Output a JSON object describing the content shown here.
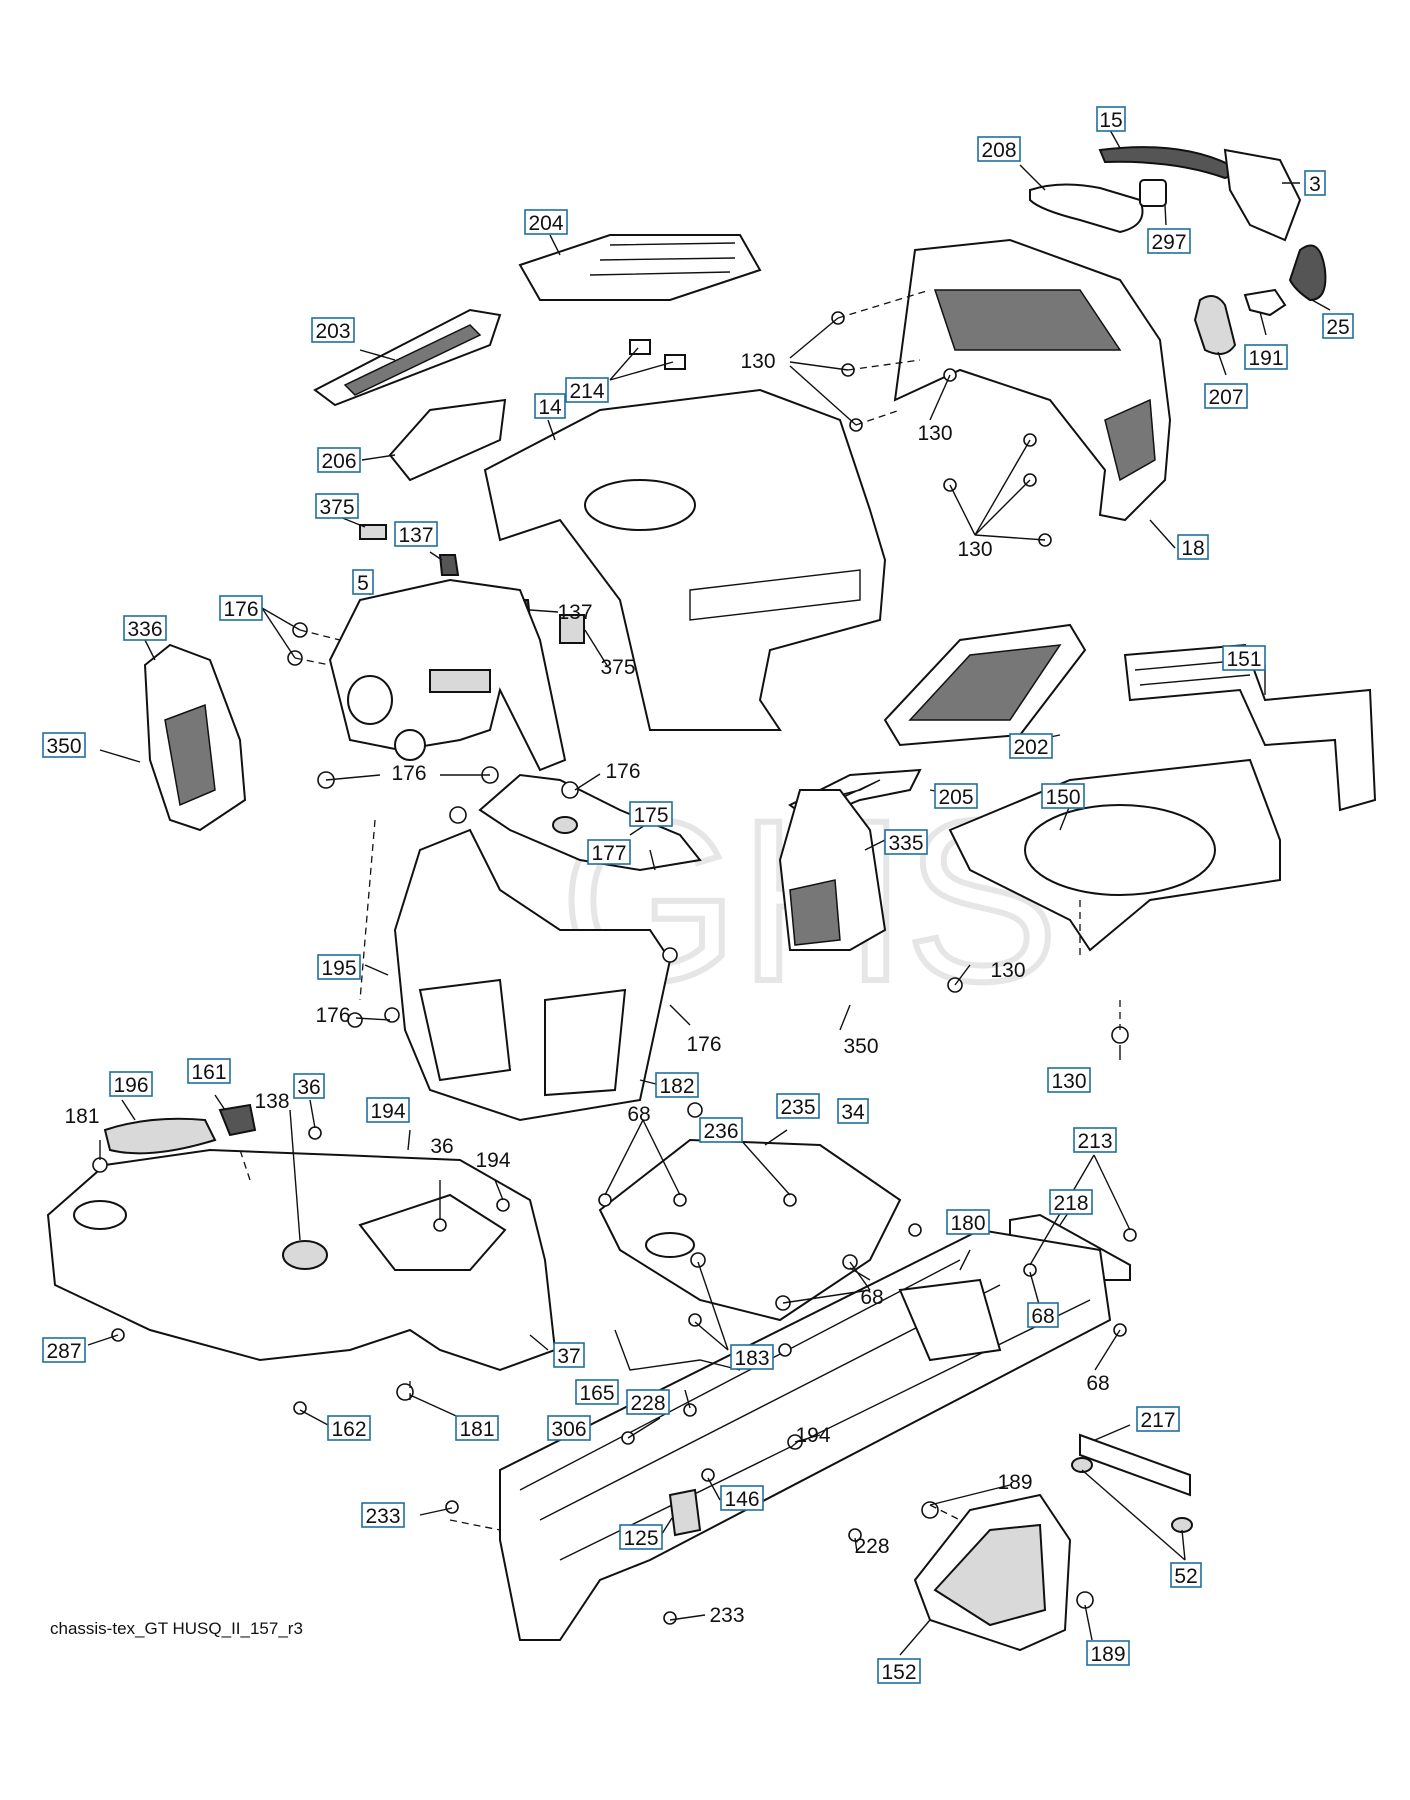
{
  "caption": "chassis-tex_GT HUSQ_II_157_r3",
  "watermark": "GHS",
  "labels": [
    {
      "id": "15",
      "boxed": true
    },
    {
      "id": "208",
      "boxed": true
    },
    {
      "id": "3",
      "boxed": true
    },
    {
      "id": "297",
      "boxed": true
    },
    {
      "id": "25",
      "boxed": true
    },
    {
      "id": "191",
      "boxed": true
    },
    {
      "id": "207",
      "boxed": true
    },
    {
      "id": "204",
      "boxed": true
    },
    {
      "id": "130a",
      "text": "130",
      "boxed": false
    },
    {
      "id": "130b",
      "text": "130",
      "boxed": false
    },
    {
      "id": "130c",
      "text": "130",
      "boxed": false
    },
    {
      "id": "18",
      "boxed": true
    },
    {
      "id": "203",
      "boxed": true
    },
    {
      "id": "214",
      "boxed": true
    },
    {
      "id": "14",
      "boxed": true
    },
    {
      "id": "206",
      "boxed": true
    },
    {
      "id": "375a",
      "text": "375",
      "boxed": true
    },
    {
      "id": "137a",
      "text": "137",
      "boxed": true
    },
    {
      "id": "137b",
      "text": "137",
      "boxed": false
    },
    {
      "id": "5",
      "boxed": true
    },
    {
      "id": "375b",
      "text": "375",
      "boxed": false
    },
    {
      "id": "336",
      "boxed": true
    },
    {
      "id": "176a",
      "text": "176",
      "boxed": true
    },
    {
      "id": "350a",
      "text": "350",
      "boxed": true
    },
    {
      "id": "176b",
      "text": "176",
      "boxed": false
    },
    {
      "id": "176c",
      "text": "176",
      "boxed": false
    },
    {
      "id": "202",
      "boxed": true
    },
    {
      "id": "151",
      "boxed": true
    },
    {
      "id": "205",
      "boxed": true
    },
    {
      "id": "150",
      "boxed": true
    },
    {
      "id": "175",
      "boxed": true
    },
    {
      "id": "177",
      "boxed": true
    },
    {
      "id": "335",
      "boxed": true
    },
    {
      "id": "130d",
      "text": "130",
      "boxed": false
    },
    {
      "id": "195",
      "boxed": true
    },
    {
      "id": "176d",
      "text": "176",
      "boxed": false
    },
    {
      "id": "176e",
      "text": "176",
      "boxed": false
    },
    {
      "id": "350b",
      "text": "350",
      "boxed": false
    },
    {
      "id": "130e",
      "text": "130",
      "boxed": true
    },
    {
      "id": "182",
      "boxed": true
    },
    {
      "id": "196",
      "boxed": true
    },
    {
      "id": "161",
      "boxed": true
    },
    {
      "id": "36a",
      "text": "36",
      "boxed": true
    },
    {
      "id": "181a",
      "text": "181",
      "boxed": false
    },
    {
      "id": "138",
      "boxed": false
    },
    {
      "id": "194a",
      "text": "194",
      "boxed": true
    },
    {
      "id": "36b",
      "text": "36",
      "boxed": false
    },
    {
      "id": "194b",
      "text": "194",
      "boxed": false
    },
    {
      "id": "68a",
      "text": "68",
      "boxed": false
    },
    {
      "id": "235",
      "boxed": true
    },
    {
      "id": "34",
      "boxed": true
    },
    {
      "id": "236",
      "boxed": true
    },
    {
      "id": "213",
      "boxed": true
    },
    {
      "id": "218",
      "boxed": true
    },
    {
      "id": "180",
      "boxed": true
    },
    {
      "id": "68b",
      "text": "68",
      "boxed": false
    },
    {
      "id": "68c",
      "text": "68",
      "boxed": true
    },
    {
      "id": "183",
      "boxed": true
    },
    {
      "id": "287",
      "boxed": true
    },
    {
      "id": "37",
      "boxed": true
    },
    {
      "id": "68d",
      "text": "68",
      "boxed": false
    },
    {
      "id": "165",
      "boxed": true
    },
    {
      "id": "228a",
      "text": "228",
      "boxed": true
    },
    {
      "id": "162",
      "boxed": true
    },
    {
      "id": "181b",
      "text": "181",
      "boxed": true
    },
    {
      "id": "306",
      "boxed": true
    },
    {
      "id": "194c",
      "text": "194",
      "boxed": false
    },
    {
      "id": "217",
      "boxed": true
    },
    {
      "id": "146",
      "boxed": true
    },
    {
      "id": "189a",
      "text": "189",
      "boxed": false
    },
    {
      "id": "233a",
      "text": "233",
      "boxed": true
    },
    {
      "id": "125",
      "boxed": true
    },
    {
      "id": "228b",
      "text": "228",
      "boxed": false
    },
    {
      "id": "52",
      "boxed": true
    },
    {
      "id": "233b",
      "text": "233",
      "boxed": false
    },
    {
      "id": "189b",
      "text": "189",
      "boxed": true
    },
    {
      "id": "152",
      "boxed": true
    }
  ]
}
